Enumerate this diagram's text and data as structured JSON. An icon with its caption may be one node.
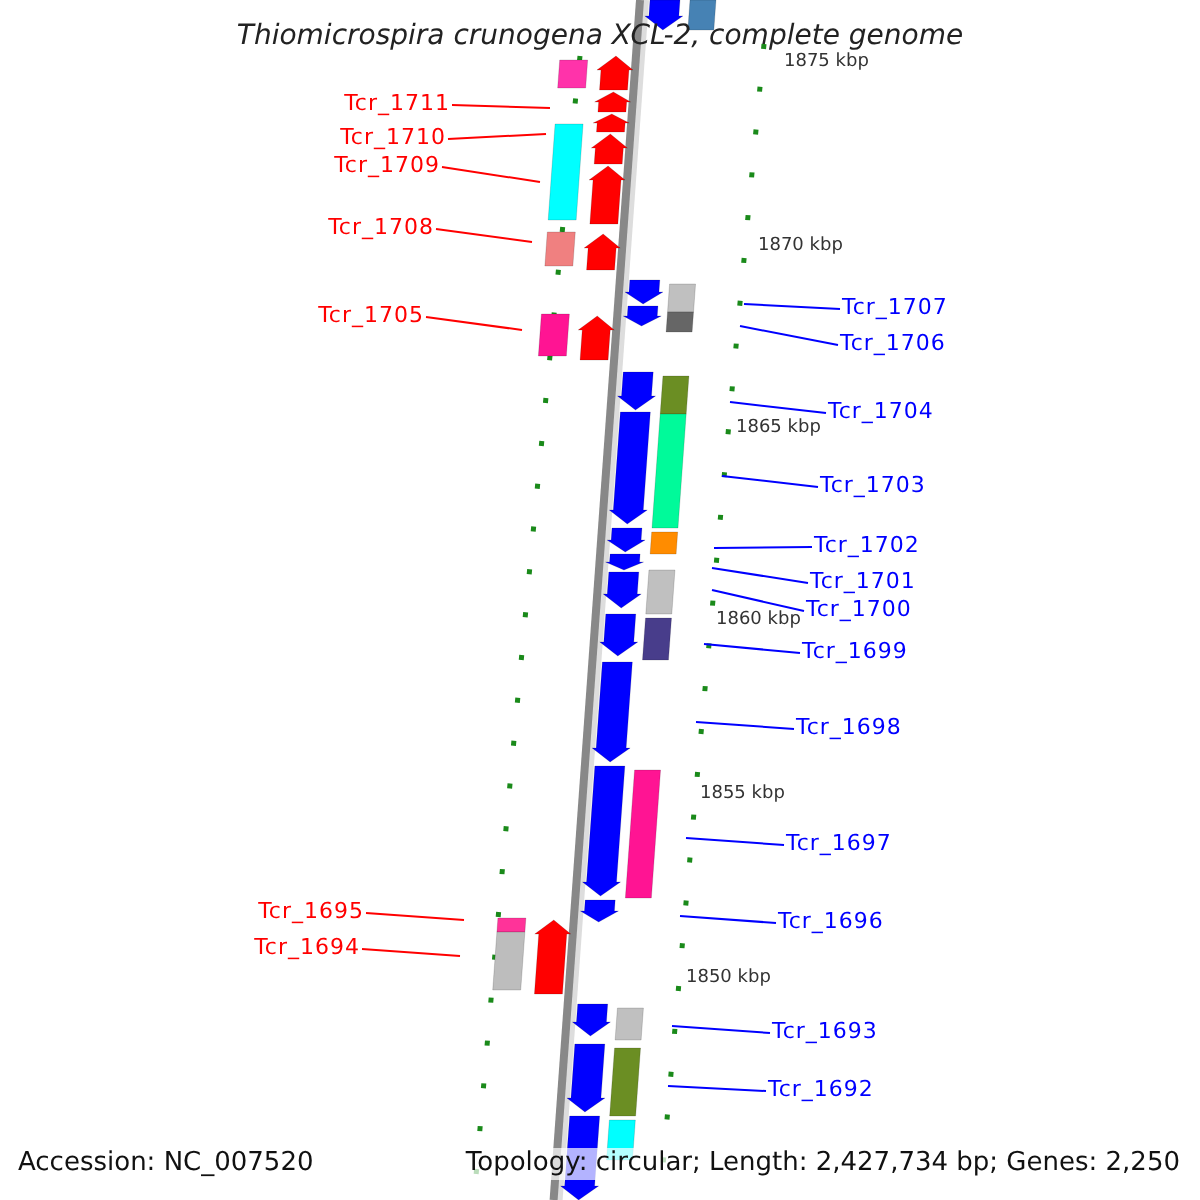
{
  "diagram": {
    "title": "Thiomicrospira crunogena XCL-2, complete genome",
    "nodes": [
      {
        "text": [
          "Tcr_1711"
        ]
      },
      {
        "text": [
          "Tcr_1710"
        ]
      },
      {
        "text": [
          "Tcr_1709"
        ]
      },
      {
        "text": [
          "Tcr_1708"
        ]
      },
      {
        "text": [
          "Tcr_1707"
        ]
      },
      {
        "text": [
          "Tcr_1705"
        ]
      },
      {
        "text": [
          "Tcr_1706"
        ]
      },
      {
        "text": [
          "Tcr_1704"
        ]
      },
      {
        "text": [
          "Tcr_1703"
        ]
      },
      {
        "text": [
          "Tcr_1702"
        ]
      },
      {
        "text": [
          "Tcr_1701"
        ]
      },
      {
        "text": [
          "Tcr_1700"
        ]
      },
      {
        "text": [
          "Tcr_1699"
        ]
      },
      {
        "text": [
          "Tcr_1698"
        ]
      },
      {
        "text": [
          "Tcr_1697"
        ]
      },
      {
        "text": [
          "Tcr_1695"
        ]
      },
      {
        "text": [
          "Tcr_1696"
        ]
      },
      {
        "text": [
          "Tcr_1694"
        ]
      },
      {
        "text": [
          "Tcr_1693"
        ]
      },
      {
        "text": [
          "Tcr_1692"
        ]
      }
    ],
    "edges": [
      {
        "from": 0,
        "to": null,
        "arrow": "none",
        "color": "#ff0000"
      },
      {
        "from": 1,
        "to": null,
        "arrow": "none",
        "color": "#ff0000"
      },
      {
        "from": 2,
        "to": null,
        "arrow": "none",
        "color": "#ff0000"
      },
      {
        "from": 3,
        "to": null,
        "arrow": "none",
        "color": "#ff0000"
      },
      {
        "from": 4,
        "to": null,
        "arrow": "none"
      },
      {
        "from": 5,
        "to": null,
        "arrow": "none",
        "color": "#ff0000"
      },
      {
        "from": 6,
        "to": null,
        "arrow": "none"
      },
      {
        "from": 7,
        "to": null,
        "arrow": "none"
      },
      {
        "from": 8,
        "to": null,
        "arrow": "none"
      },
      {
        "from": 9,
        "to": null,
        "arrow": "none"
      },
      {
        "from": 10,
        "to": null,
        "arrow": "none"
      },
      {
        "from": 11,
        "to": null,
        "arrow": "none"
      },
      {
        "from": 12,
        "to": null,
        "arrow": "none"
      },
      {
        "from": 13,
        "to": null,
        "arrow": "none"
      },
      {
        "from": 14,
        "to": null,
        "arrow": "none"
      },
      {
        "from": 15,
        "to": null,
        "arrow": "none",
        "color": "#ff0000"
      },
      {
        "from": 16,
        "to": null,
        "arrow": "none"
      },
      {
        "from": 17,
        "to": null,
        "arrow": "none",
        "color": "#ff0000"
      },
      {
        "from": 18,
        "to": null,
        "arrow": "none"
      },
      {
        "from": 19,
        "to": null,
        "arrow": "none"
      }
    ],
    "labels": [
      "1875 kbp",
      "1870 kbp",
      "1865 kbp",
      "1860 kbp",
      "1855 kbp",
      "1850 kbp",
      "Accession: NC_007520",
      "Topology: circular; Length: 2,427,734 bp; Genes: 2,250"
    ]
  }
}
